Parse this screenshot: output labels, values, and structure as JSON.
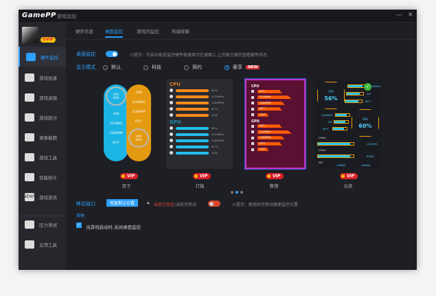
{
  "app": {
    "logo": "GamePP",
    "subtitle": "游戏加加",
    "controls": [
      "—",
      "✕"
    ]
  },
  "user": {
    "badge": "SVIP"
  },
  "sidebar": {
    "items": [
      {
        "label": "硬件监控",
        "icon": "monitor-icon"
      },
      {
        "label": "游戏加速",
        "icon": "rocket-icon"
      },
      {
        "label": "游戏滤镜",
        "icon": "filter-icon"
      },
      {
        "label": "游戏跑分",
        "icon": "speedometer-icon"
      },
      {
        "label": "录像截图",
        "icon": "camera-icon"
      },
      {
        "label": "游戏工具",
        "icon": "toolbox-icon"
      },
      {
        "label": "性能统计",
        "icon": "chart-icon"
      },
      {
        "label": "游戏资讯",
        "icon": "news-icon"
      },
      {
        "label": "压力测试",
        "icon": "flask-icon"
      },
      {
        "label": "云顶工具",
        "icon": "tft-icon"
      }
    ],
    "news_glyph": "NEWS"
  },
  "tabs": [
    "硬件信息",
    "桌面监控",
    "游戏内监控",
    "热键屏蔽"
  ],
  "desktop_monitor": {
    "label": "桌面监控",
    "enabled": true,
    "hint": "小提示：开启功能后监控硬件数据显示在桌面上,让您更方便的查看硬件状态"
  },
  "display_mode": {
    "label": "显示模式",
    "options": [
      "默认",
      "科技",
      "简约",
      "豪享"
    ],
    "selected": "豪享",
    "new_badge": "NEW"
  },
  "skins": [
    {
      "name": "双子",
      "badge": "VIP"
    },
    {
      "name": "灯箱",
      "badge": "VIP"
    },
    {
      "name": "赛博",
      "badge": "VIP"
    },
    {
      "name": "仪表",
      "badge": "VIP"
    }
  ],
  "preview": {
    "cpu": "CPU",
    "gpu": "GPU",
    "usage": "60%",
    "clock": "3120MHz",
    "fan": "2184RPM",
    "temp": "60°C",
    "power": "31W",
    "dash": {
      "cpu": "CPU",
      "cpu_usage": "56%",
      "cpu_clock": "2300MHz",
      "cpu_power": "5W",
      "cpu_temp": "60°C",
      "gpu": "GPU",
      "gpu_usage": "60%",
      "gpu_clock": "2300MHz",
      "gpu_power": "5W",
      "gpu_temp": "60°C",
      "dram": "DRAM",
      "dram_val": "12G/16G",
      "vram": "VRAM",
      "vram_val": "6G/8G",
      "net": "NET",
      "up": "10MB/S",
      "down": "10MB/S"
    }
  },
  "move_window": {
    "label": "移动窗口",
    "reset_button": "恢复默认位置",
    "locked": "当前已锁定",
    "movable": "/当前可移动",
    "hint": "小提示：解锁后可移动桌面监控位置"
  },
  "other": {
    "label": "其他",
    "checkbox_label": "当游戏启动时,关闭桌面监控",
    "checked": true
  }
}
